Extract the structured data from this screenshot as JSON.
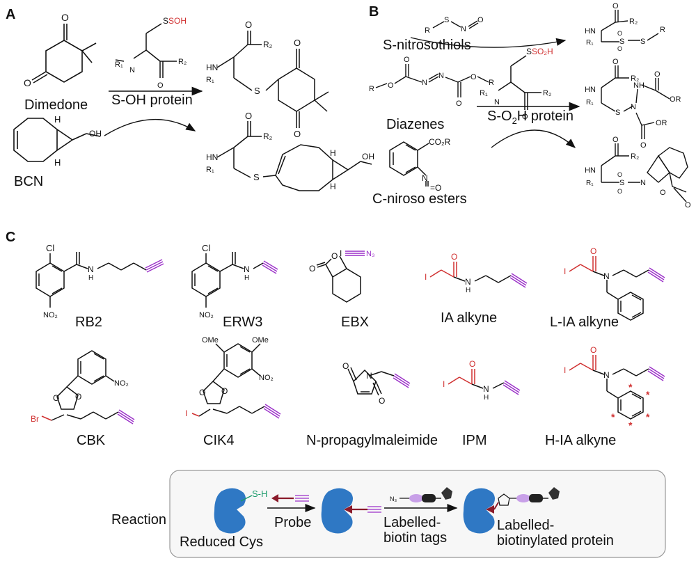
{
  "panels": {
    "a": "A",
    "b": "B",
    "c": "C"
  },
  "panel_a": {
    "reagent1": "Dimedone",
    "reagent2": "BCN",
    "arrow_label": "S-OH protein",
    "sulfenic_group": "SOH"
  },
  "panel_b": {
    "reagent1": "S-nitrosothiols",
    "reagent2": "Diazenes",
    "reagent3": "C-niroso esters",
    "arrow_label": "S-O2H protein",
    "sulfinic_group": "SO2H"
  },
  "panel_c": {
    "probes": [
      "RB2",
      "ERW3",
      "EBX",
      "IA alkyne",
      "L-IA alkyne",
      "CBK",
      "CIK4",
      "N-propagylmaleimide",
      "IPM",
      "H-IA alkyne"
    ]
  },
  "reaction": {
    "title": "Reaction",
    "step1_label": "Probe",
    "step2_label_line1": "Labelled-",
    "step2_label_line2": "biotin tags",
    "start_label": "Reduced Cys",
    "end_label_line1": "Labelled-",
    "end_label_line2": "biotinylated protein",
    "thiol_label": "S-H"
  },
  "colors": {
    "alkyne": "#9b30c8",
    "halogen": "#d03030",
    "thiol": "#1a9a6a",
    "protein": "#2f78c4",
    "probe": "#8a1a2a",
    "tag": "#c8a0e8"
  },
  "icons": [
    "alkyne-icon",
    "protein-icon",
    "triazole-icon",
    "biotin-icon"
  ]
}
